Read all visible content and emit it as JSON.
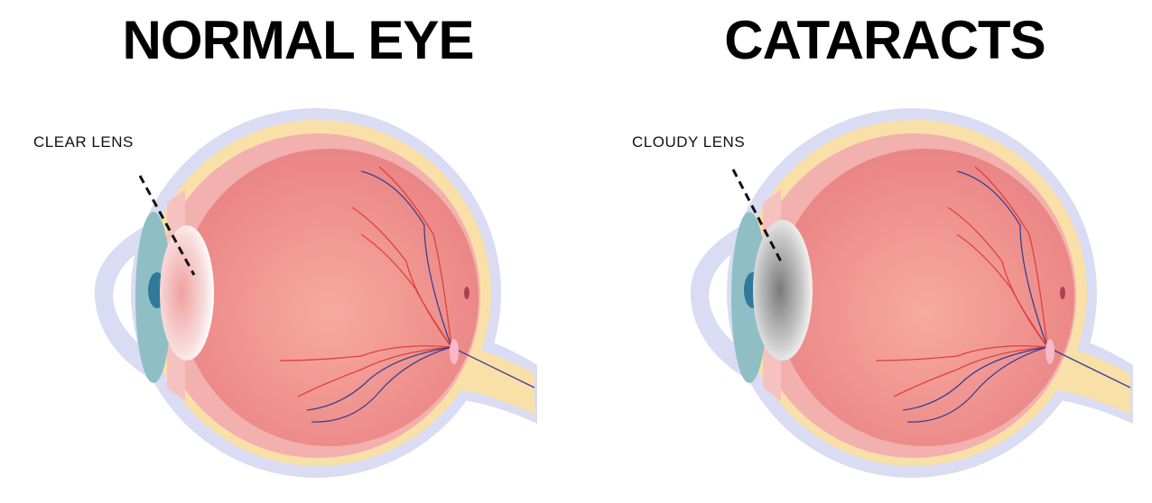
{
  "panels": [
    {
      "title": "NORMAL EYE",
      "label": "CLEAR LENS",
      "lens_color": "#f3d3d3"
    },
    {
      "title": "CATARACTS",
      "label": "CLOUDY LENS",
      "lens_color": "#9a9a9a"
    }
  ],
  "colors": {
    "sclera": "#d9dcf2",
    "choroid": "#f9dfa8",
    "vitreous": "#f3a39c",
    "cornea": "#8fbfc4",
    "pupil": "#2f7a9a",
    "vein": "#3b3f8f",
    "artery": "#e0403a"
  }
}
